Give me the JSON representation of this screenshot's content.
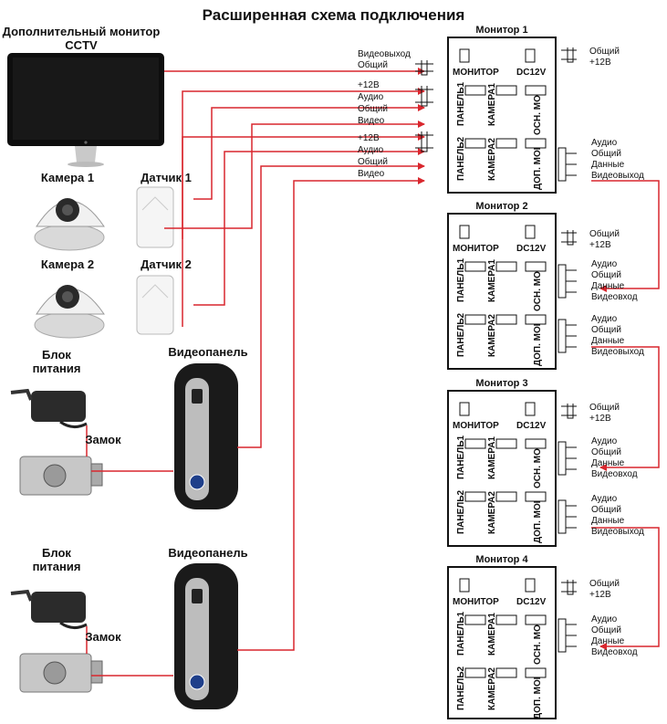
{
  "title": "Расширенная схема подключения",
  "devices": {
    "extra_monitor": "Дополнительный монитор CCTV",
    "camera1": "Камера 1",
    "sensor1": "Датчик 1",
    "camera2": "Камера 2",
    "sensor2": "Датчик 2",
    "psu1": "Блок питания",
    "lock1": "Замок",
    "panel1": "Видеопанель",
    "psu2": "Блок питания",
    "lock2": "Замок",
    "panel2": "Видеопанель"
  },
  "signals": {
    "video_out": "Видеовыход",
    "common": "Общий",
    "plus12": "+12В",
    "audio": "Аудио",
    "video": "Видео",
    "data": "Данные",
    "video_in": "Видеовход"
  },
  "ports": {
    "monitor": "МОНИТОР",
    "dc12": "DC12V",
    "panel1": "ПАНЕЛЬ1",
    "camera1": "КАМЕРА1",
    "main_mon": "ОСН. МОН.",
    "panel2": "ПАНЕЛЬ2",
    "camera2": "КАМЕРА2",
    "extra_mon": "ДОП. МОН."
  },
  "monitors": [
    "Монитор 1",
    "Монитор 2",
    "Монитор 3",
    "Монитор 4"
  ],
  "colors": {
    "wire": "#d9272e",
    "line": "#111111"
  }
}
